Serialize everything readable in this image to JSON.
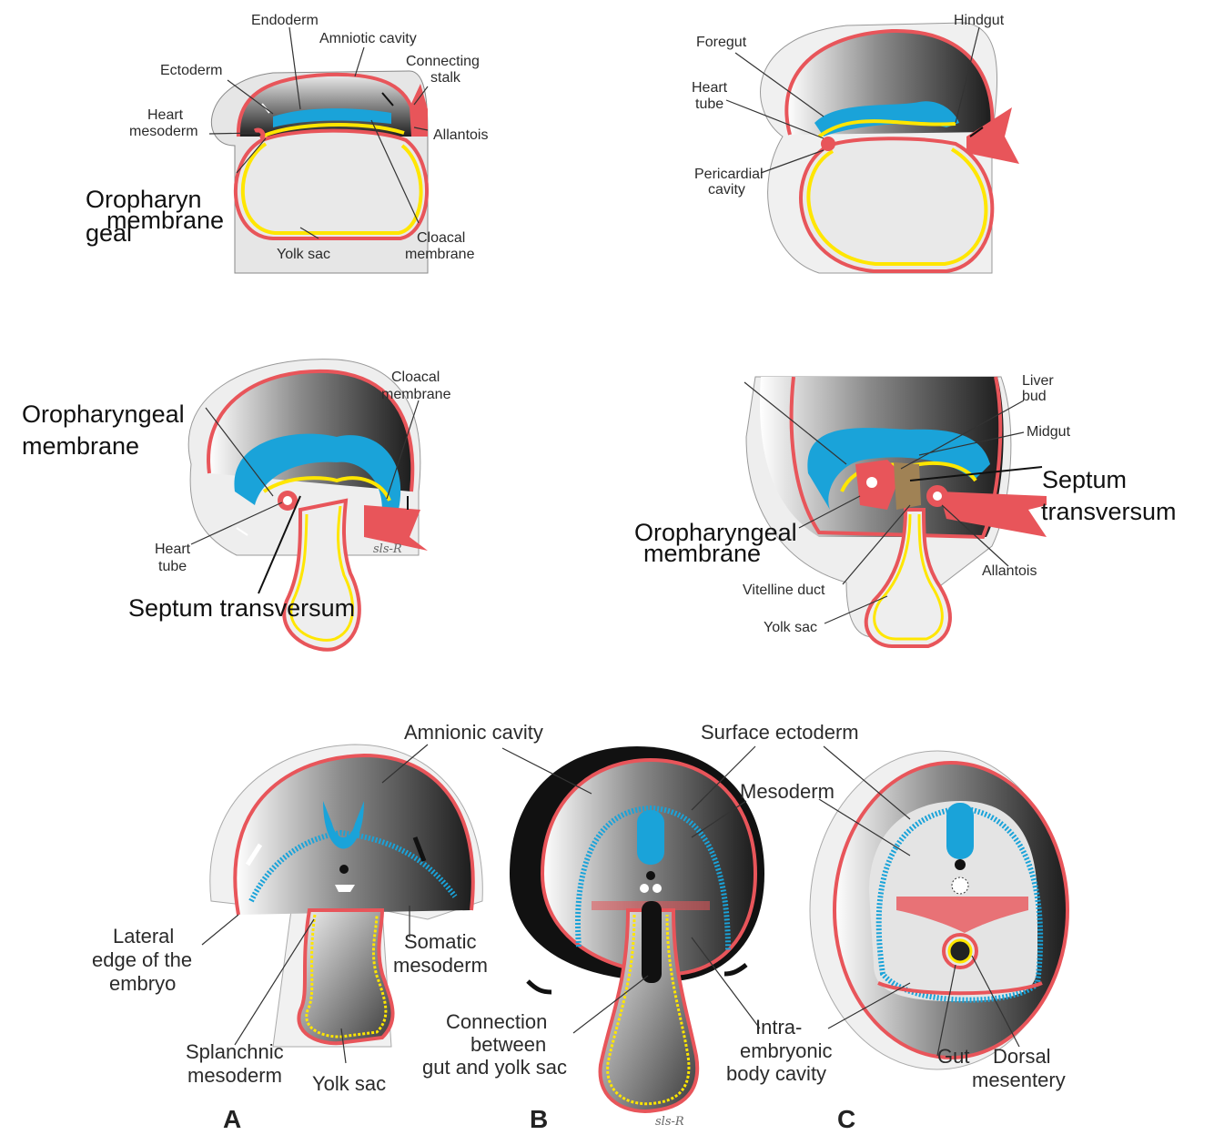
{
  "colors": {
    "ectoderm_blue": "#1aa3d9",
    "endoderm_yellow": "#ffe600",
    "mesoderm_red": "#e8555a",
    "cavity_grey": "#e9e9e9",
    "shadow_dark": "#2a2a2a"
  },
  "panel1": {
    "endoderm": "Endoderm",
    "amniotic_cavity": "Amniotic cavity",
    "ectoderm": "Ectoderm",
    "connecting_stalk_1": "Connecting",
    "connecting_stalk_2": "stalk",
    "heart_mesoderm_1": "Heart",
    "heart_mesoderm_2": "mesoderm",
    "allantois": "Allantois",
    "oropharyngeal_1": "Oropharyn",
    "oropharyngeal_2": "geal",
    "oropharyngeal_3": "membrane",
    "cloacal_1": "Cloacal",
    "cloacal_2": "membrane",
    "yolk_sac": "Yolk sac"
  },
  "panel2": {
    "hindgut": "Hindgut",
    "foregut": "Foregut",
    "heart_tube_1": "Heart",
    "heart_tube_2": "tube",
    "pericardial_1": "Pericardial",
    "pericardial_2": "cavity"
  },
  "panel3": {
    "cloacal_1": "Cloacal",
    "cloacal_2": "membrane",
    "oropharyngeal_1": "Oropharyngeal",
    "oropharyngeal_2": "membrane",
    "heart_tube_1": "Heart",
    "heart_tube_2": "tube",
    "septum": "Septum transversum",
    "signature": "sls-R"
  },
  "panel4": {
    "liver_1": "Liver",
    "liver_2": "bud",
    "midgut": "Midgut",
    "septum_1": "Septum",
    "septum_2": "transversum",
    "oropharyngeal_1": "Oropharyngeal",
    "oropharyngeal_2": "membrane",
    "allantois": "Allantois",
    "vitelline": "Vitelline duct",
    "yolk_sac": "Yolk sac"
  },
  "bottom": {
    "amnionic_cavity": "Amnionic cavity",
    "surface_ectoderm": "Surface ectoderm",
    "mesoderm": "Mesoderm",
    "lateral_1": "Lateral",
    "lateral_2": "edge of the",
    "lateral_3": "embryo",
    "somatic_1": "Somatic",
    "somatic_2": "mesoderm",
    "splanchnic_1": "Splanchnic",
    "splanchnic_2": "mesoderm",
    "yolk_sac": "Yolk sac",
    "connection_1": "Connection",
    "connection_2": "between",
    "connection_3": "gut and yolk sac",
    "intra_1": "Intra-",
    "intra_2": "embryonic",
    "intra_3": "body cavity",
    "gut": "Gut",
    "dorsal_1": "Dorsal",
    "dorsal_2": "mesentery",
    "plate_a": "A",
    "plate_b": "B",
    "plate_c": "C",
    "signature": "sls-R"
  }
}
